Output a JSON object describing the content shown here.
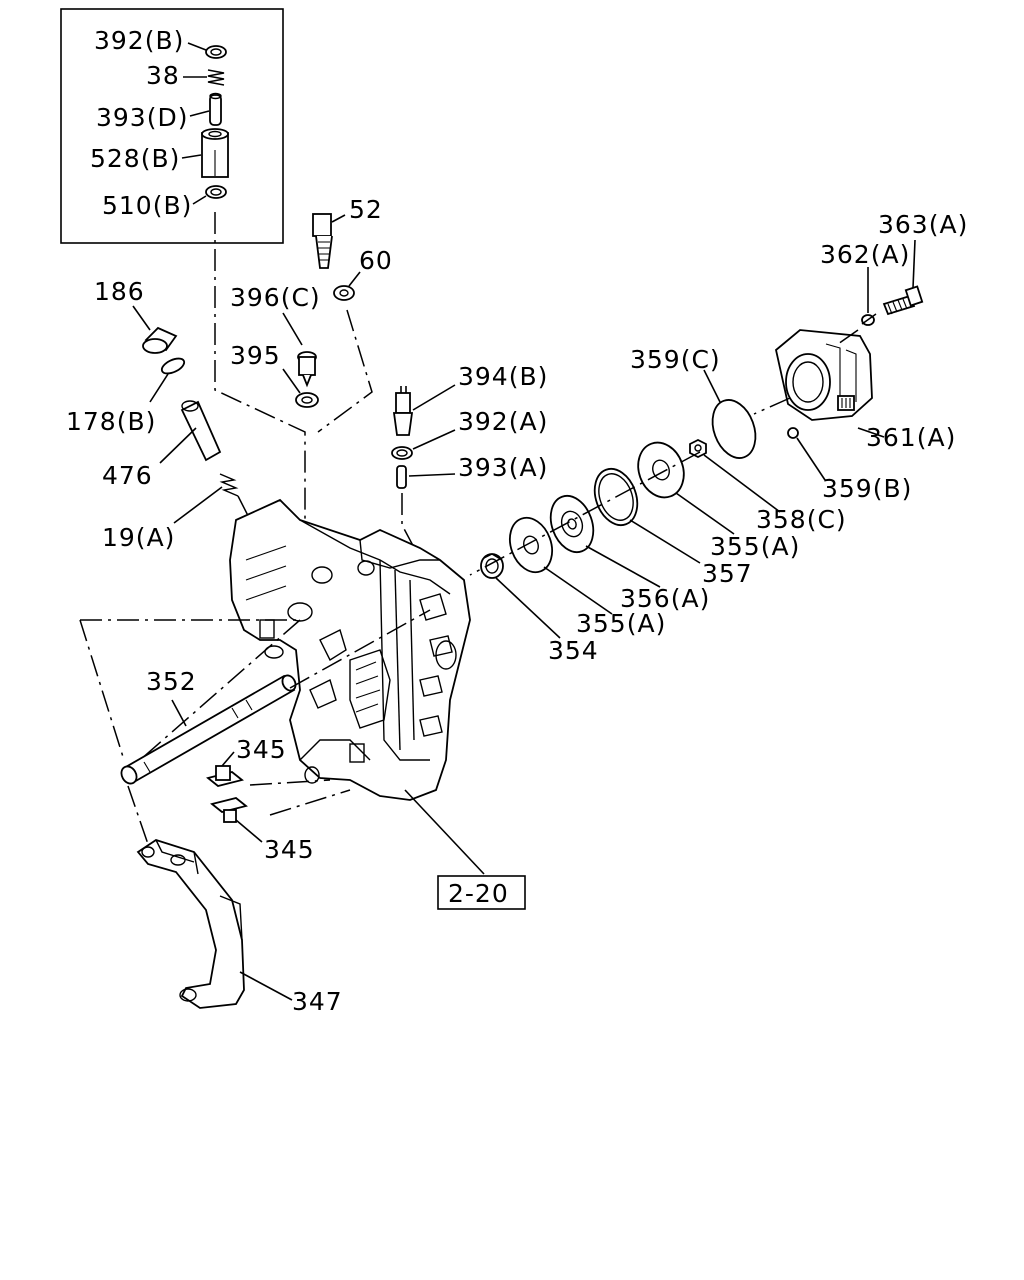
{
  "labels": {
    "p392B": "392(B)",
    "p38": "38",
    "p393D": "393(D)",
    "p528B": "528(B)",
    "p510B": "510(B)",
    "p52": "52",
    "p60": "60",
    "p186": "186",
    "p396C": "396(C)",
    "p395": "395",
    "p178B": "178(B)",
    "p476": "476",
    "p19A": "19(A)",
    "p394B": "394(B)",
    "p392A": "392(A)",
    "p393A": "393(A)",
    "p363A": "363(A)",
    "p362A": "362(A)",
    "p359C": "359(C)",
    "p361A": "361(A)",
    "p359B": "359(B)",
    "p358C": "358(C)",
    "p355A_top": "355(A)",
    "p357": "357",
    "p356A": "356(A)",
    "p355A_bot": "355(A)",
    "p354": "354",
    "p352": "352",
    "p345_top": "345",
    "p345_bot": "345",
    "p347": "347",
    "ref_2_20": "2-20"
  }
}
